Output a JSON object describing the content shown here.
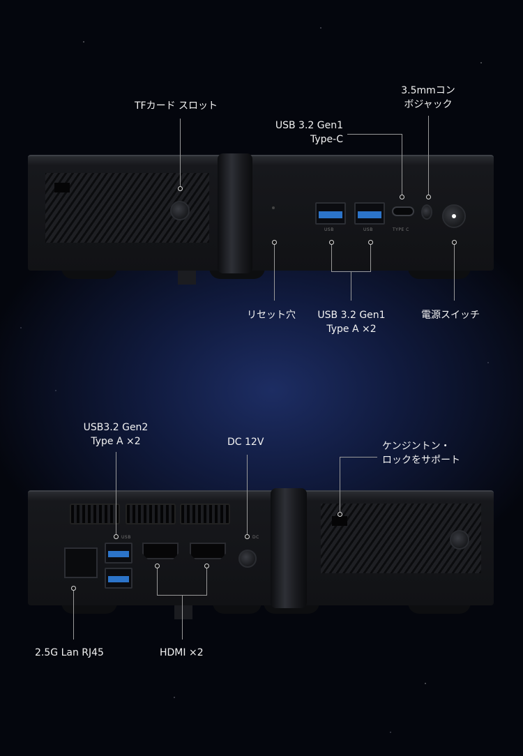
{
  "top_device": {
    "callouts": {
      "tf_slot": "TFカード スロット",
      "usb_c": [
        "USB 3.2 Gen1",
        "Type-C"
      ],
      "audio_jack": [
        "3.5mmコン",
        "ボジャック"
      ],
      "reset": "リセット穴",
      "usb_a": [
        "USB 3.2 Gen1",
        "Type A  ×2"
      ],
      "power": "電源スイッチ"
    },
    "port_marks": {
      "usb1": "USB",
      "usb2": "USB",
      "typec": "TYPE C"
    }
  },
  "bottom_device": {
    "callouts": {
      "usb_a": [
        "USB3.2 Gen2",
        "Type A ×2"
      ],
      "dc": "DC 12V",
      "kensington": [
        "ケンジントン・",
        "ロックをサポート"
      ],
      "lan": "2.5G Lan RJ45",
      "hdmi": "HDMI ×2"
    },
    "port_marks": {
      "usb": "USB",
      "dc": "DC"
    }
  },
  "colors": {
    "usb_blue": "#2c74c9",
    "background": "#04060d"
  }
}
